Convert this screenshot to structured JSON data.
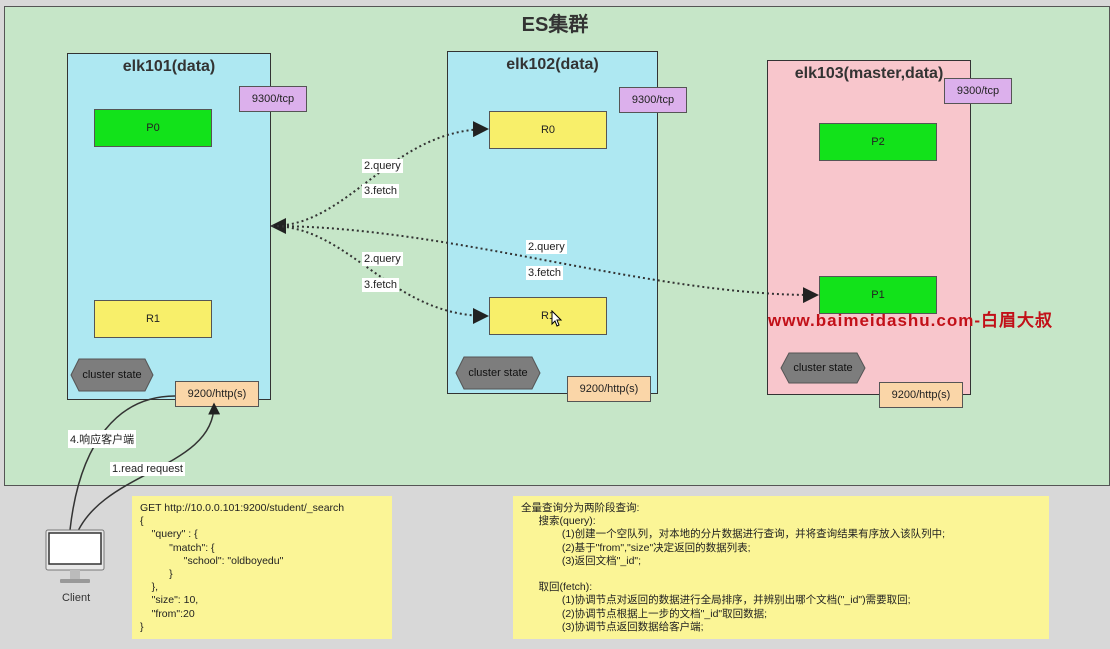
{
  "cluster": {
    "title": "ES集群"
  },
  "nodes": [
    {
      "title": "elk101(data)",
      "tcp_port": "9300/tcp",
      "http_port": "9200/http(s)",
      "shards": [
        "P0",
        "R1"
      ],
      "cluster_state": "cluster state"
    },
    {
      "title": "elk102(data)",
      "tcp_port": "9300/tcp",
      "http_port": "9200/http(s)",
      "shards": [
        "R0",
        "R1"
      ],
      "cluster_state": "cluster state"
    },
    {
      "title": "elk103(master,data)",
      "tcp_port": "9300/tcp",
      "http_port": "9200/http(s)",
      "shards": [
        "P2",
        "P1"
      ],
      "cluster_state": "cluster state"
    }
  ],
  "edges": {
    "to_r0": [
      "2.query",
      "3.fetch"
    ],
    "to_r1": [
      "2.query",
      "3.fetch"
    ],
    "to_p1": [
      "2.query",
      "3.fetch"
    ],
    "response": "4.响应客户端",
    "request": "1.read request"
  },
  "client": {
    "label": "Client"
  },
  "request_note": {
    "lines": [
      "GET http://10.0.0.101:9200/student/_search",
      "{",
      "    \"query\" : {",
      "          \"match\": {",
      "               \"school\": \"oldboyedu\"",
      "          }",
      "    },",
      "    \"size\": 10,",
      "    \"from\":20",
      "}"
    ]
  },
  "explain_note": {
    "lines": [
      "全量查询分为两阶段查询:",
      "      搜索(query):",
      "              (1)创建一个空队列，对本地的分片数据进行查询，并将查询结果有序放入该队列中;",
      "              (2)基于\"from\",\"size\"决定返回的数据列表;",
      "              (3)返回文档\"_id\";",
      "",
      "      取回(fetch):",
      "              (1)协调节点对返回的数据进行全局排序，并辨别出哪个文档(\"_id\")需要取回;",
      "              (2)协调节点根据上一步的文档\"_id\"取回数据;",
      "              (3)协调节点返回数据给客户端;"
    ]
  },
  "watermark": "www.baimeidashu.com-白眉大叔",
  "colors": {
    "cluster_bg": "#c6e6c8",
    "data_node_bg": "#aee8f2",
    "master_node_bg": "#f8c6cc",
    "primary_shard": "#12e21a",
    "replica_shard": "#f8ef6a",
    "tcp_port": "#dcb0ec",
    "http_port": "#fad6a8",
    "note_bg": "#fbf596",
    "watermark": "#c21018"
  },
  "icons": [
    "monitor-icon",
    "hexagon-icon",
    "arrow-icon",
    "cursor-icon"
  ]
}
